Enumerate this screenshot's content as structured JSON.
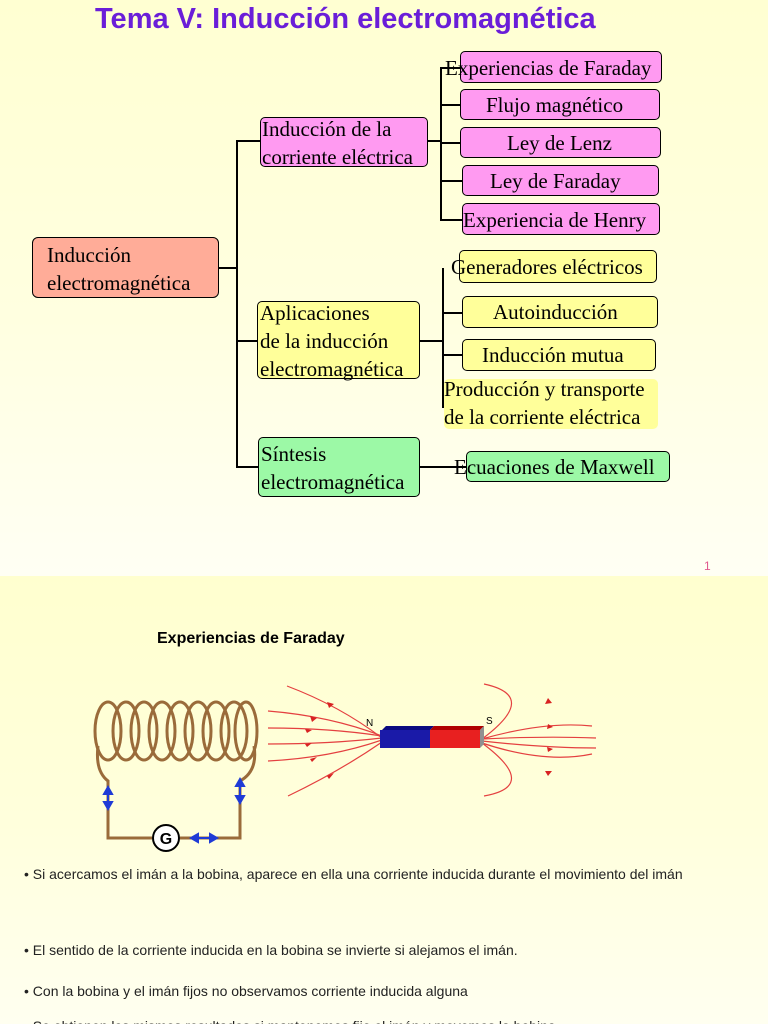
{
  "slide1": {
    "title": "Tema V: Inducción electromagnética",
    "root": [
      "Inducción",
      "electromagnética"
    ],
    "branches": [
      {
        "label": [
          "Inducción de la",
          "corriente eléctrica"
        ],
        "items": [
          "Experiencias de Faraday",
          "Flujo magnético",
          "Ley de Lenz",
          "Ley de Faraday",
          "Experiencia de Henry"
        ]
      },
      {
        "label": [
          "Aplicaciones",
          "de la inducción",
          "electromagnética"
        ],
        "items": [
          "Generadores eléctricos",
          "Autoinducción",
          "Inducción mutua",
          "Producción y transporte",
          "de la corriente eléctrica"
        ]
      },
      {
        "label": [
          "Síntesis",
          "electromagnética"
        ],
        "items": [
          "Ecuaciones de Maxwell"
        ]
      }
    ],
    "page_number": "1"
  },
  "slide2": {
    "title": "Experiencias de Faraday",
    "magnet_north": "N",
    "magnet_south": "S",
    "galvanometer": "G",
    "bullets": [
      "• Si acercamos el imán a la bobina, aparece en ella una corriente inducida durante el movimiento del imán",
      "• El sentido de la corriente inducida en la bobina se invierte si alejamos el imán.",
      "• Con la bobina y el imán fijos no observamos corriente inducida alguna",
      "• Se obtienen los mismos resultados si mantenemos fijo el imán y movemos la bobina"
    ]
  }
}
